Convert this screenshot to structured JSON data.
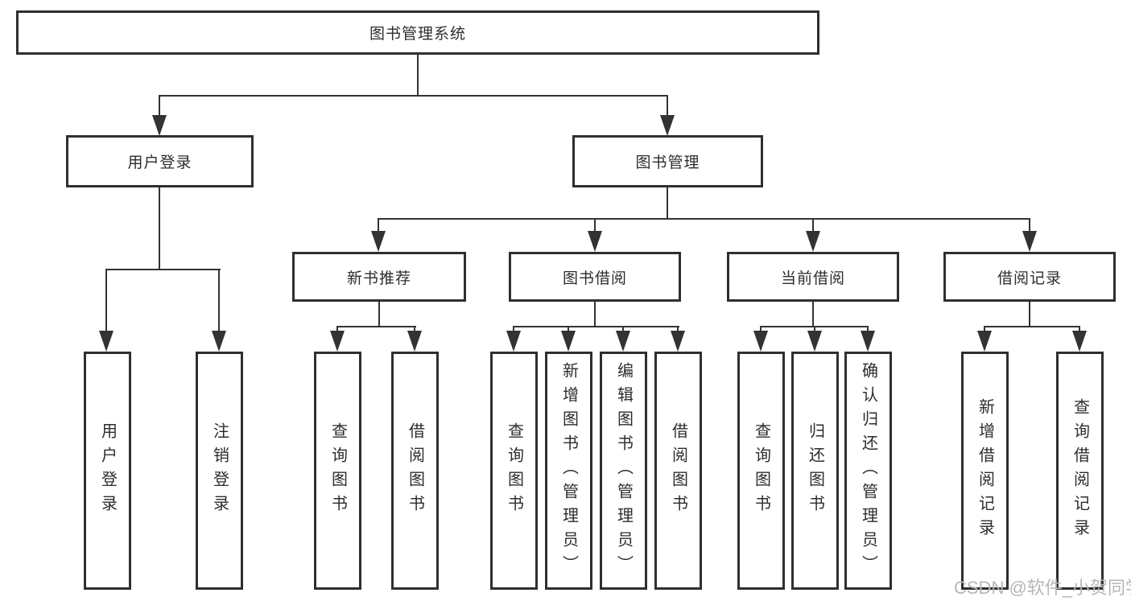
{
  "diagram": {
    "root_label": "图书管理系统",
    "level2": [
      "用户登录",
      "图书管理"
    ],
    "level3": [
      "新书推荐",
      "图书借阅",
      "当前借阅",
      "借阅记录"
    ],
    "leaves": [
      "用户登录",
      "注销登录",
      "查询图书",
      "借阅图书",
      "查询图书",
      "新增图书（管理员）",
      "编辑图书（管理员）",
      "借阅图书",
      "查询图书",
      "归还图书",
      "确认归还（管理员）",
      "新增借阅记录",
      "查询借阅记录"
    ]
  },
  "watermark": "CSDN @软件_小贺同学",
  "colors": {
    "line": "#333333",
    "box_border": "#2f2f2f",
    "box_fill": "#ffffff",
    "text": "#2d2d2d",
    "watermark": "#b6b6b6"
  }
}
